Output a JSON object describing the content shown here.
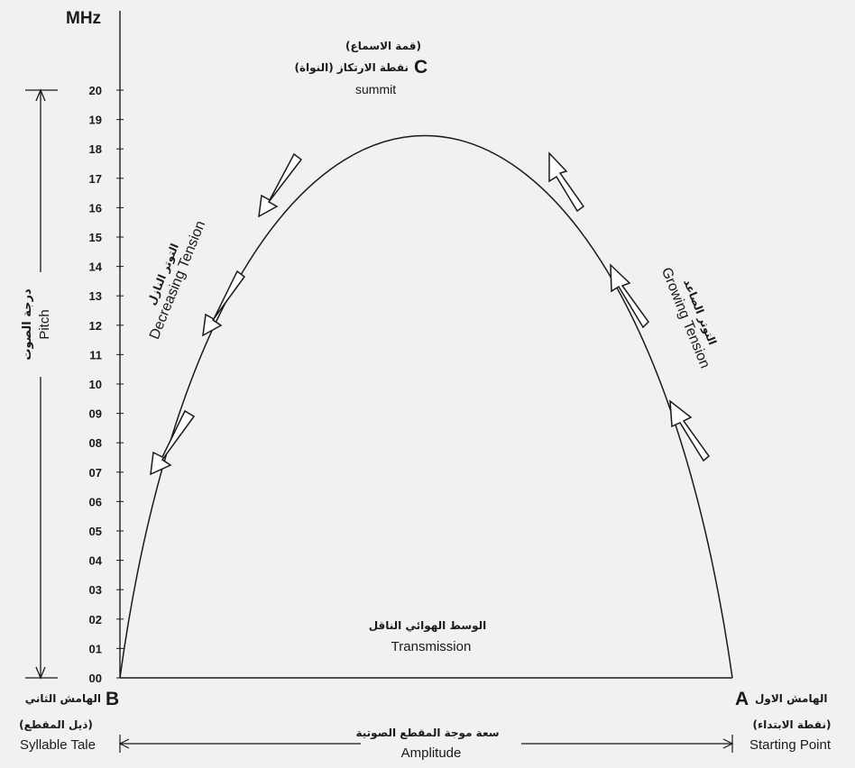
{
  "axis": {
    "unit_label": "MHz",
    "ticks": [
      "20",
      "19",
      "18",
      "17",
      "16",
      "15",
      "14",
      "13",
      "12",
      "11",
      "10",
      "09",
      "08",
      "07",
      "06",
      "05",
      "04",
      "03",
      "02",
      "01",
      "00"
    ]
  },
  "pitch": {
    "arabic": "درجة الصوت",
    "english": "Pitch"
  },
  "summit": {
    "letter": "C",
    "arabic_top": "(قمة الاسماع)",
    "arabic": "نقطة الارتكاز (النواة)",
    "english": "summit"
  },
  "point_b": {
    "letter": "B",
    "arabic": "الهامش الثاني",
    "arabic_sub": "(ذيل المقطع)",
    "english": "Syllable Tale"
  },
  "point_a": {
    "letter": "A",
    "arabic": "الهامش الاول",
    "arabic_sub": "(نقطة الابتداء)",
    "english": "Starting Point"
  },
  "decreasing": {
    "arabic": "التوتر النازل",
    "english": "Decreasing Tension"
  },
  "growing": {
    "arabic": "التوتر الصاعد",
    "english": "Growing Tension"
  },
  "transmission": {
    "arabic": "الوسط الهوائي الناقل",
    "english": "Transmission"
  },
  "amplitude": {
    "arabic": "سعة موجة المقطع الصوتية",
    "english": "Amplitude"
  },
  "colors": {
    "ink": "#1a1a1a",
    "background": "#f3f1ef"
  }
}
